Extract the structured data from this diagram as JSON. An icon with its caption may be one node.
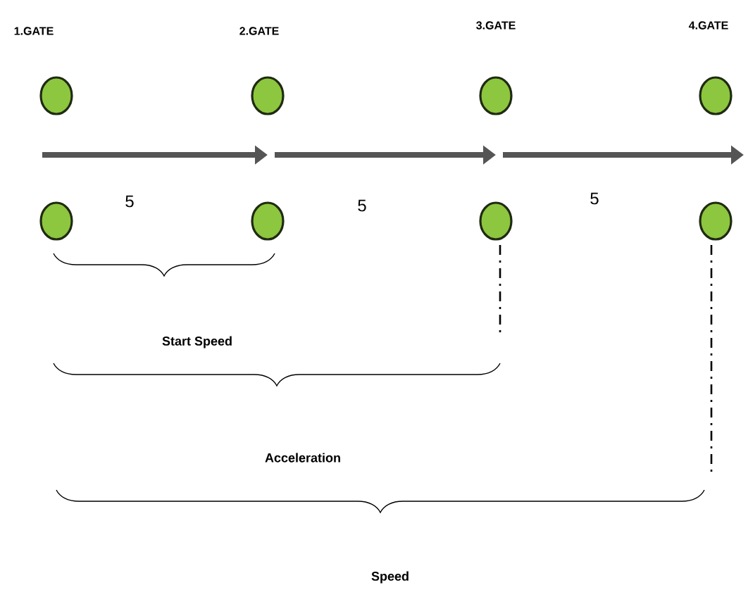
{
  "diagram": {
    "nodes": [
      {
        "text": [
          "1.GATE"
        ]
      },
      {
        "text": [
          "2.GATE"
        ]
      },
      {
        "text": [
          "3.GATE"
        ]
      },
      {
        "text": [
          "4.GATE"
        ]
      },
      {
        "text": [],
        "shape": "circle"
      },
      {
        "text": [],
        "shape": "circle"
      },
      {
        "text": [],
        "shape": "circle"
      },
      {
        "text": [],
        "shape": "circle"
      }
    ],
    "labels": [
      "5",
      "5",
      "5",
      "Start Speed",
      "Acceleration",
      "Speed"
    ]
  }
}
